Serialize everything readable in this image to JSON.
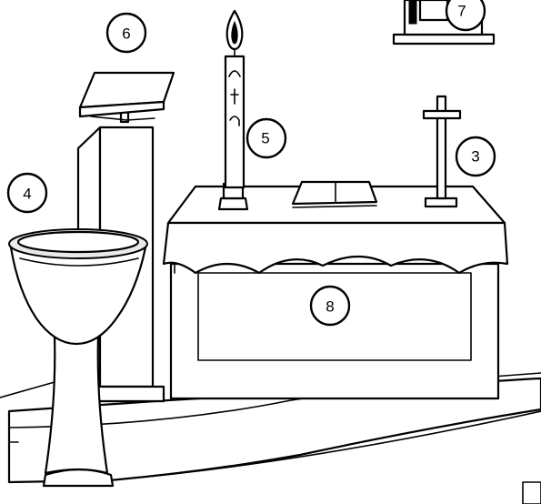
{
  "labels": {
    "candle": "5",
    "font": "4",
    "lectern": "6",
    "tabernacle": "7",
    "cross": "3",
    "altar": "8"
  },
  "colors": {
    "ink": "#000000",
    "paper": "#ffffff"
  }
}
